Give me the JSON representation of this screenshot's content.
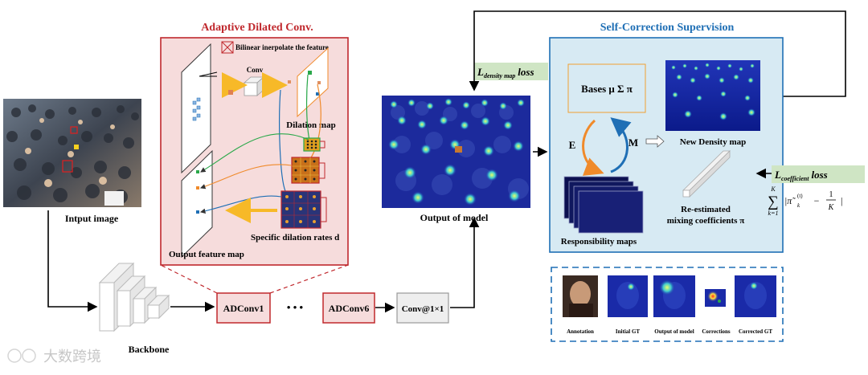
{
  "adaptive": {
    "title": "Adaptive Dilated Conv.",
    "bilinear": "Bilinear inerpolate the feature",
    "conv": "Conv",
    "dilation_map": "Dilation map",
    "specific_rates": "Specific dilation rates d",
    "output_feature_map": "Output feature map"
  },
  "input_label": "Intput image",
  "backbone_label": "Backbone",
  "adconv1": "ADConv1",
  "dots": "• • •",
  "adconv6": "ADConv6",
  "conv1x1": "Conv@1×1",
  "output_label": "Output of model",
  "density_loss": {
    "main": "L",
    "sub": "density map",
    "suffix": "loss"
  },
  "self_correction": {
    "title": "Self-Correction Supervision",
    "bases": "Bases μ Σ π",
    "e": "E",
    "m": "M",
    "new_density": "New Density map",
    "responsibility": "Responsibility maps",
    "reestimated_1": "Re-estimated",
    "reestimated_2": "mixing coefficients π"
  },
  "coeff_loss": {
    "main": "L",
    "sub": "coefficient",
    "suffix": "loss"
  },
  "formula": {
    "sum_top": "K",
    "sum": "∑",
    "sum_bottom": "k=1",
    "term": "|π̃",
    "term_sub": "k",
    "term_sup": "(t)",
    "minus": "−",
    "frac_num": "1",
    "frac_den": "K",
    "close": "|"
  },
  "bottom_panel": {
    "annotation": "Annotation",
    "initial_gt": "Initial GT",
    "output_model": "Output of model",
    "corrections": "Corrections",
    "corrected_gt": "Corrected GT"
  },
  "watermark": "大数跨境",
  "colors": {
    "red": "#c0282d",
    "blue": "#1f6fb5",
    "pink_panel": "#f6dcdc",
    "sc_panel": "#d7eaf3",
    "green_tag": "#cfe5c4",
    "orange_arrow": "#f0a030",
    "density_blue": "#1a2aa8"
  }
}
